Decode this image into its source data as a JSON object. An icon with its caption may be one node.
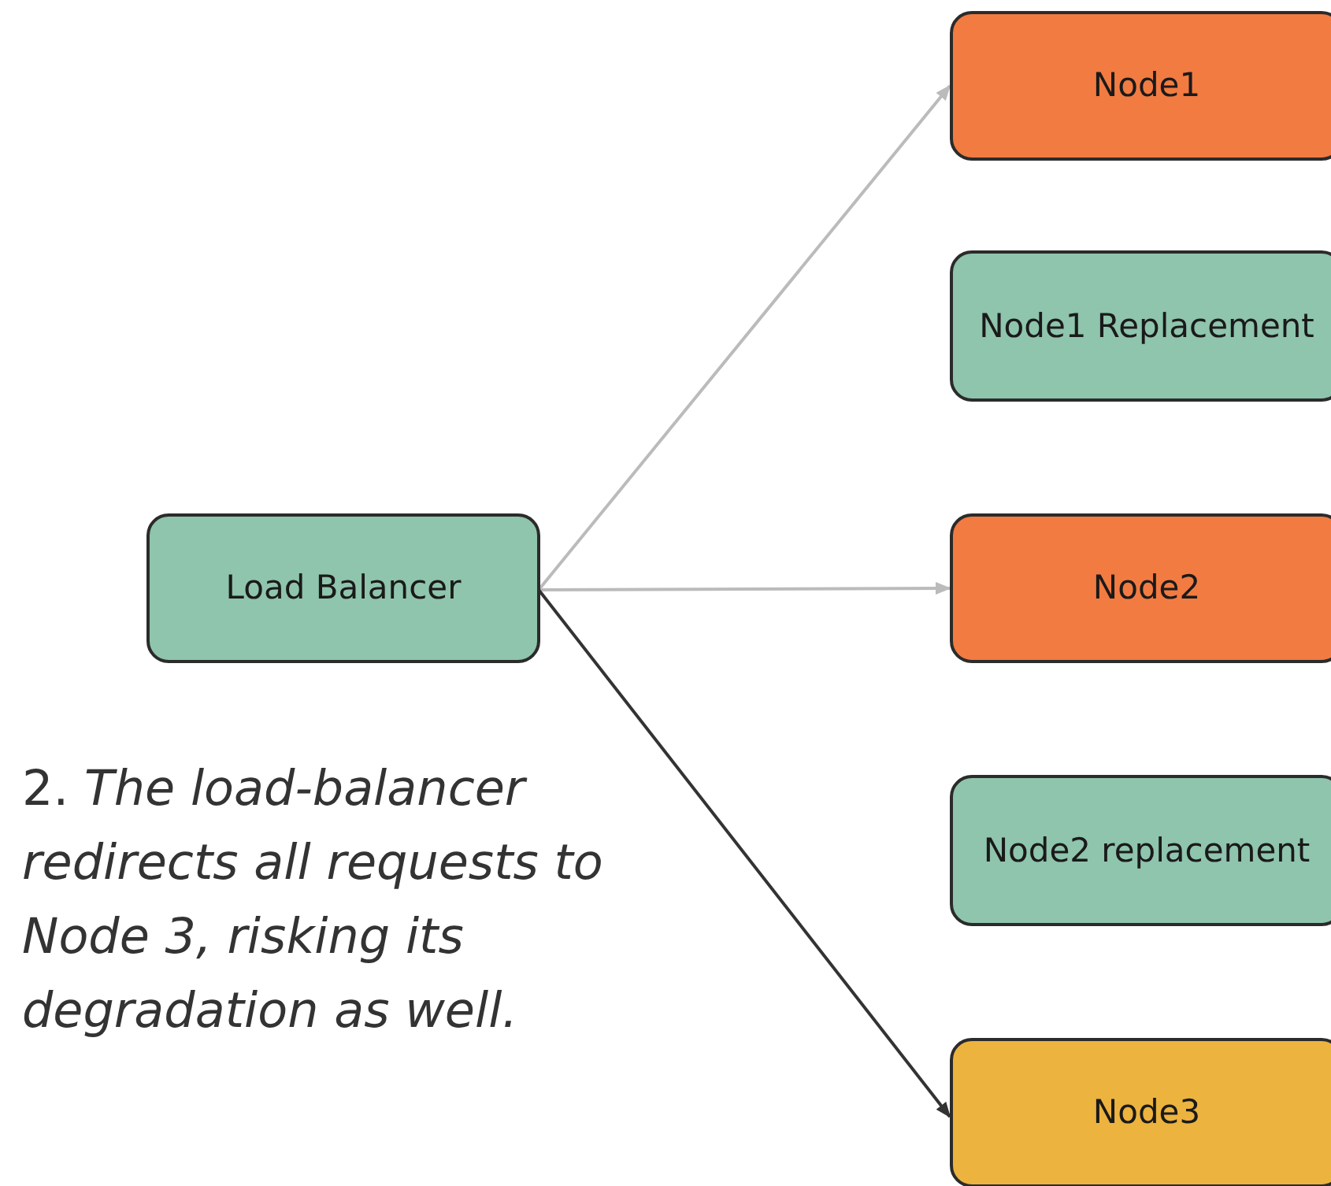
{
  "diagram": {
    "nodes": [
      {
        "text": [
          "Load Balancer"
        ]
      },
      {
        "text": [
          "Node1"
        ]
      },
      {
        "text": [
          "Node1 Replacement"
        ]
      },
      {
        "text": [
          "Node2"
        ]
      },
      {
        "text": [
          "Node2 replacement"
        ]
      },
      {
        "text": [
          "Node3"
        ]
      }
    ],
    "edges": [
      {
        "from": 0,
        "to": 1,
        "arrow": "to"
      },
      {
        "from": 0,
        "to": 3,
        "arrow": "to"
      },
      {
        "from": 0,
        "to": 5,
        "arrow": "to",
        "color": "#333333"
      }
    ],
    "labels": [
      "2. *The load-balancer redirects all requests to Node 3, risking its degradation as well.*"
    ]
  }
}
